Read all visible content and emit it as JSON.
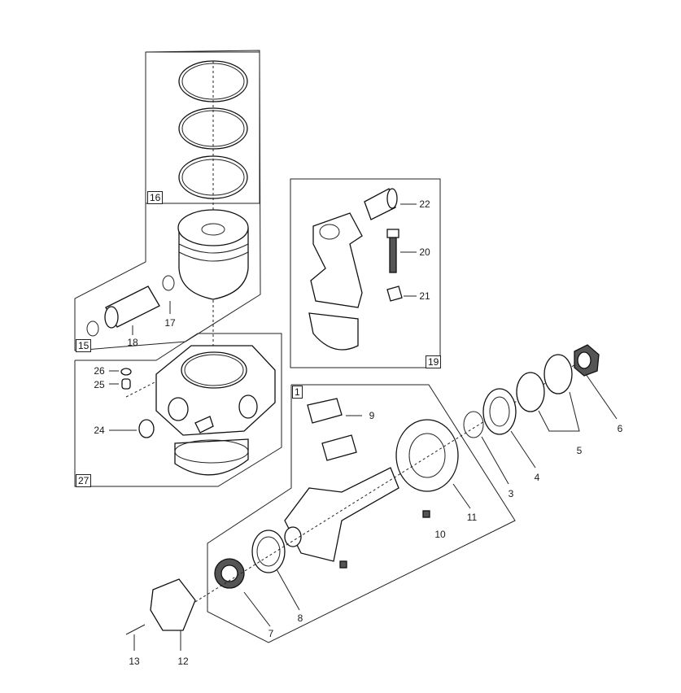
{
  "groups": {
    "g16": "16",
    "g15": "15",
    "g19": "19",
    "g27": "27",
    "g1": "1"
  },
  "callouts": {
    "c22": "22",
    "c20": "20",
    "c21": "21",
    "c17": "17",
    "c18": "18",
    "c26": "26",
    "c25": "25",
    "c24": "24",
    "c9": "9",
    "c6": "6",
    "c5": "5",
    "c4": "4",
    "c3": "3",
    "c11": "11",
    "c10": "10",
    "c8": "8",
    "c7": "7",
    "c13": "13",
    "c12": "12"
  }
}
